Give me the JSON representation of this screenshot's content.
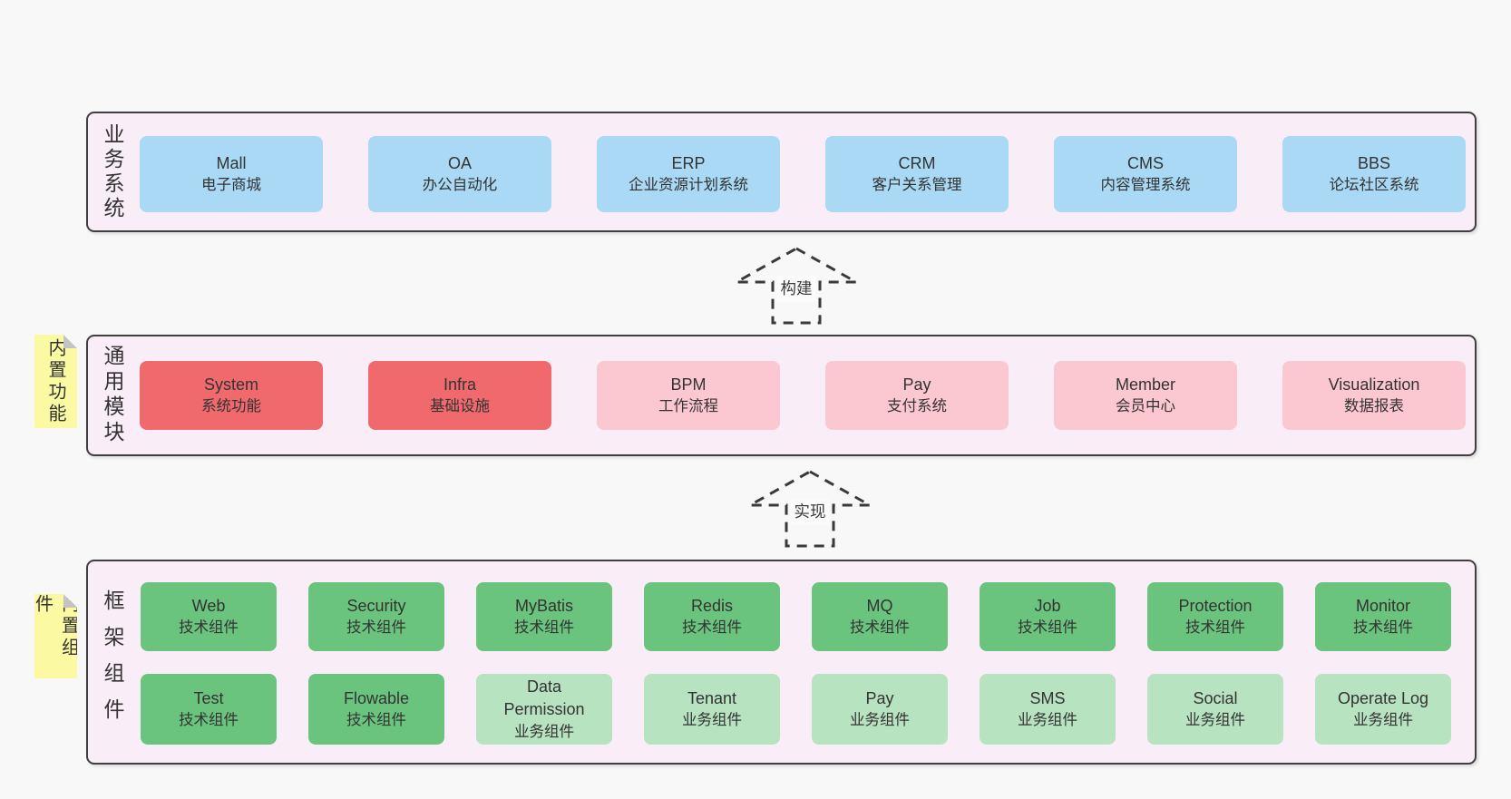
{
  "layers": {
    "business": {
      "label": "业务系统",
      "boxes": [
        {
          "en": "Mall",
          "zh": "电子商城"
        },
        {
          "en": "OA",
          "zh": "办公自动化"
        },
        {
          "en": "ERP",
          "zh": "企业资源计划系统"
        },
        {
          "en": "CRM",
          "zh": "客户关系管理"
        },
        {
          "en": "CMS",
          "zh": "内容管理系统"
        },
        {
          "en": "BBS",
          "zh": "论坛社区系统"
        }
      ]
    },
    "modules": {
      "label": "通用模块",
      "note": "内置功能",
      "boxes": [
        {
          "en": "System",
          "zh": "系统功能"
        },
        {
          "en": "Infra",
          "zh": "基础设施"
        },
        {
          "en": "BPM",
          "zh": "工作流程"
        },
        {
          "en": "Pay",
          "zh": "支付系统"
        },
        {
          "en": "Member",
          "zh": "会员中心"
        },
        {
          "en": "Visualization",
          "zh": "数据报表"
        }
      ]
    },
    "framework": {
      "label": "框架组件",
      "note": "内置组件",
      "row1": [
        {
          "en": "Web",
          "zh": "技术组件"
        },
        {
          "en": "Security",
          "zh": "技术组件"
        },
        {
          "en": "MyBatis",
          "zh": "技术组件"
        },
        {
          "en": "Redis",
          "zh": "技术组件"
        },
        {
          "en": "MQ",
          "zh": "技术组件"
        },
        {
          "en": "Job",
          "zh": "技术组件"
        },
        {
          "en": "Protection",
          "zh": "技术组件"
        },
        {
          "en": "Monitor",
          "zh": "技术组件"
        }
      ],
      "row2": [
        {
          "en": "Test",
          "zh": "技术组件"
        },
        {
          "en": "Flowable",
          "zh": "技术组件"
        },
        {
          "en": "Data Permission",
          "zh": "业务组件"
        },
        {
          "en": "Tenant",
          "zh": "业务组件"
        },
        {
          "en": "Pay",
          "zh": "业务组件"
        },
        {
          "en": "SMS",
          "zh": "业务组件"
        },
        {
          "en": "Social",
          "zh": "业务组件"
        },
        {
          "en": "Operate Log",
          "zh": "业务组件"
        }
      ]
    }
  },
  "arrows": [
    {
      "label": "构建"
    },
    {
      "label": "实现"
    }
  ],
  "colors": {
    "background": "#f8f8f8",
    "panel": "#f9edf7",
    "border": "#3f3f3f",
    "blue": "#a9d9f4",
    "red": "#f0696c",
    "pink": "#fbc7d1",
    "green": "#6bc47e",
    "light_green": "#b7e3c0",
    "note_yellow": "#fbf9a2",
    "text": "#333333"
  }
}
